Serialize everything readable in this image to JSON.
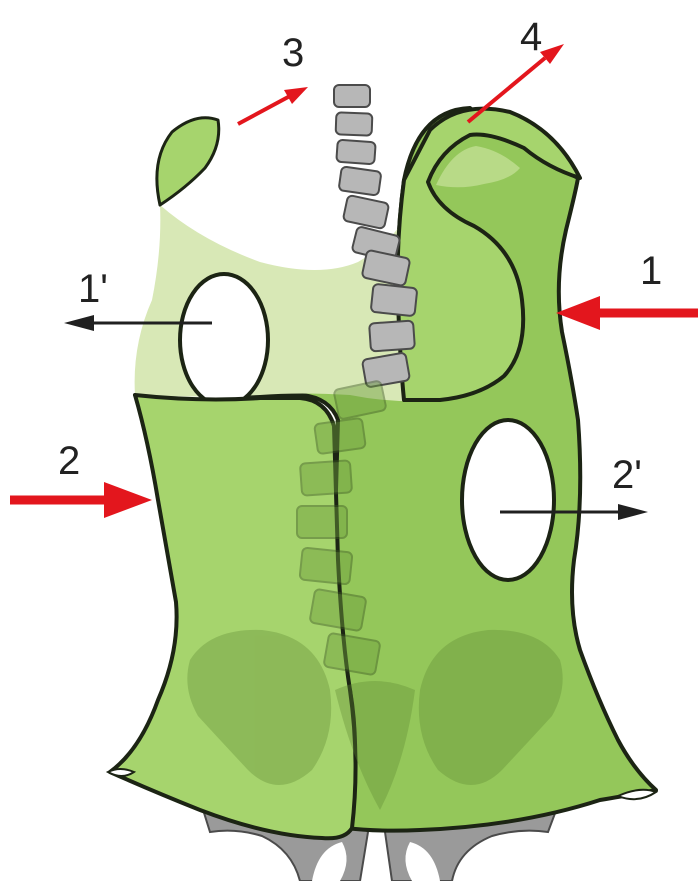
{
  "labels": {
    "one": "1",
    "one_prime": "1'",
    "two": "2",
    "two_prime": "2'",
    "three": "3",
    "four": "4"
  },
  "colors": {
    "brace_light": "#d8e8b6",
    "brace_mid": "#a6d46d",
    "brace_dark": "#94c75a",
    "outline": "#1c2414",
    "vertebra": "#b7b7b7",
    "vertebra_edge": "#4b4b4b",
    "pelvis": "#9a9a9a",
    "force_arrow": "#e3161d",
    "relief_arrow": "#202020"
  }
}
